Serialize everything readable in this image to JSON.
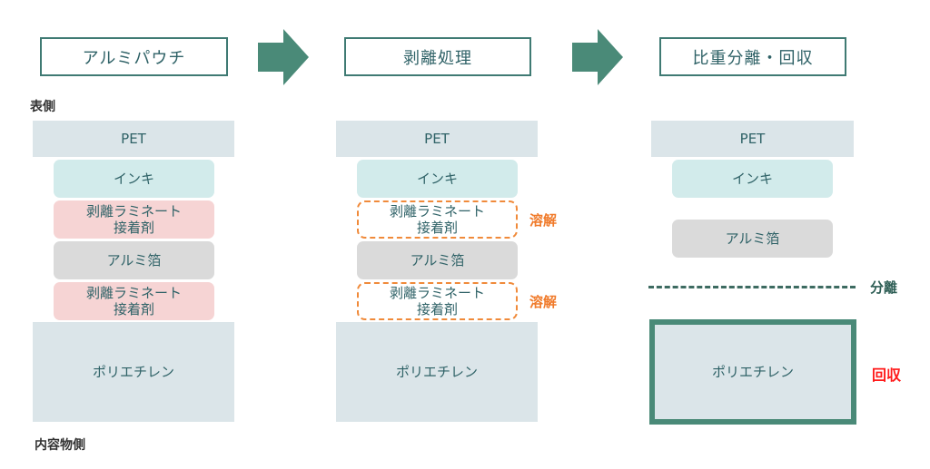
{
  "stages": [
    {
      "title": "アルミパウチ"
    },
    {
      "title": "剥離処理"
    },
    {
      "title": "比重分離・回収"
    }
  ],
  "arrows": [
    {
      "icon": "right-arrow-icon"
    },
    {
      "icon": "right-arrow-icon"
    }
  ],
  "side_labels": {
    "top": "表側",
    "bottom": "内容物側"
  },
  "layers": {
    "pet": "PET",
    "ink": "インキ",
    "adhesive_line1": "剥離ラミネート",
    "adhesive_line2": "接着剤",
    "aluminum": "アルミ箔",
    "polyethylene": "ポリエチレン"
  },
  "annotations": {
    "dissolve": "溶解",
    "separate": "分離",
    "recover": "回収"
  },
  "colors": {
    "accent_green": "#4a8a78",
    "dissolve_orange": "#f08a3a",
    "recover_red": "#ff1a1a"
  }
}
